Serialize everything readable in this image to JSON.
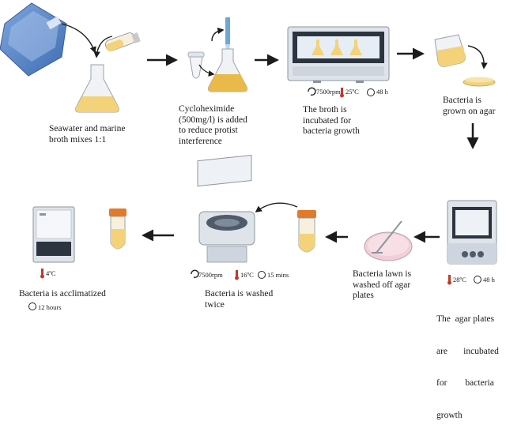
{
  "steps": {
    "step1": {
      "caption_line1": "Seawater and marine",
      "caption_line2": "broth mixes 1:1"
    },
    "step2": {
      "caption_line1": "Cycloheximide",
      "caption_line2": "(500mg/l) is added",
      "caption_line3": "to reduce protist",
      "caption_line4": "interference"
    },
    "step3": {
      "caption_line1": "The broth is",
      "caption_line2": "incubated for",
      "caption_line3": "bacteria growth",
      "speed": "7500rpm",
      "temp": "25ºC",
      "time": "48 h"
    },
    "step4": {
      "caption_line1": "Bacteria is",
      "caption_line2": "grown on agar"
    },
    "step5": {
      "caption_line1": "The  agar plates",
      "caption_line2": "are       incubated",
      "caption_line3": "for        bacteria",
      "caption_line4": "growth",
      "temp": "28ºC",
      "time": "48 h"
    },
    "step6": {
      "caption_line1": "Bacteria lawn is",
      "caption_line2": "washed off agar",
      "caption_line3": "plates"
    },
    "step7": {
      "caption_line1": "Bacteria is washed",
      "caption_line2": "twice",
      "speed": "7500rpm",
      "temp": "16ºC",
      "time": "15 mins"
    },
    "step8": {
      "caption": "Bacteria is acclimatized",
      "temp": "4ºC",
      "time": "12 hours"
    }
  },
  "icons": [
    "seawater-bottle-icon",
    "broth-tube-icon",
    "flask-icon",
    "pipette-icon",
    "microtube-icon",
    "shaker-incubator-icon",
    "petri-dish-icon",
    "incubator-icon",
    "centrifuge-icon",
    "falcon-tube-icon",
    "freezer-icon",
    "rotation-icon",
    "thermometer-icon",
    "timer-icon"
  ],
  "colors": {
    "arrow": "#1c1c1c",
    "broth": "#e8c268",
    "agar": "#f3d27a",
    "machine": "#dfe3ea",
    "tube_cap": "#e07b2c",
    "bag": "#4f7fc0"
  }
}
